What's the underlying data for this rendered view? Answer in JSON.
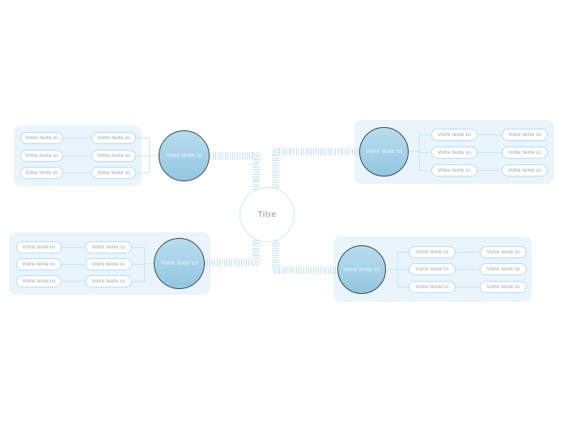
{
  "diagram": {
    "central": {
      "label": "Titre"
    },
    "branches": [
      {
        "position": "top-left",
        "node": "Votre texte ici",
        "items": [
          "Votre texte ici",
          "Votre texte ici",
          "Votre texte ici",
          "Votre texte ici",
          "Votre texte ici",
          "Votre texte ici"
        ]
      },
      {
        "position": "top-right",
        "node": "Votre texte ici",
        "items": [
          "Votre texte ici",
          "Votre texte ici",
          "Votre texte ici",
          "Votre texte ici",
          "Votre texte ici",
          "Votre texte ici"
        ]
      },
      {
        "position": "bottom-left",
        "node": "Votre texte ici",
        "items": [
          "Votre texte ici",
          "Votre texte ici",
          "Votre texte ici",
          "Votre texte ici",
          "Votre texte ici",
          "Votre texte ici"
        ]
      },
      {
        "position": "bottom-right",
        "node": "Votre texte ici",
        "items": [
          "Votre texte ici",
          "Votre texte ici",
          "Votre texte ici",
          "Votre texte ici",
          "Votre texte ici",
          "Votre texte ici"
        ]
      }
    ]
  },
  "colors": {
    "branch_node_fill_top": "#b7dcee",
    "branch_node_fill_bottom": "#90c6e0",
    "branch_node_border": "#3d4247",
    "central_circle_border": "#cbe6f7",
    "ribbon_stripe": "#bfe0f2",
    "panel_background": "#e9f4fb",
    "pill_border": "#b5dcf2",
    "pill_text": "#9aa3ab",
    "central_text": "#8d9499",
    "connector_line": "#c9e6f5"
  }
}
